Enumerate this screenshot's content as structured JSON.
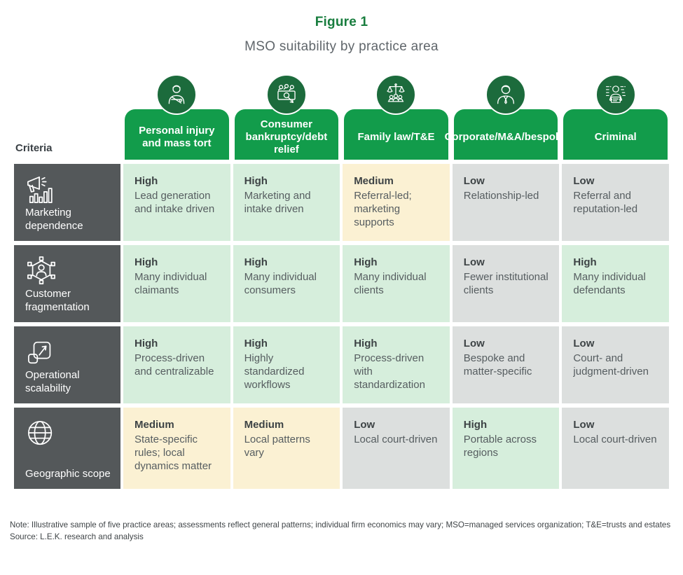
{
  "figure": {
    "label": "Figure 1",
    "title": "MSO suitability by practice area"
  },
  "criteria_header": "Criteria",
  "chart_data": {
    "type": "table",
    "title": "MSO suitability by practice area",
    "columns": [
      {
        "label": "Personal injury and mass tort",
        "icon": "injured-person-icon"
      },
      {
        "label": "Consumer bankruptcy/debt relief",
        "icon": "bankruptcy-money-icon"
      },
      {
        "label": "Family law/T&E",
        "icon": "family-scales-icon"
      },
      {
        "label": "Corporate/M&A/bespoke",
        "icon": "businessman-icon"
      },
      {
        "label": "Criminal",
        "icon": "mugshot-icon"
      }
    ],
    "rows": [
      {
        "criterion": "Marketing dependence",
        "icon": "megaphone-chart-icon",
        "cells": [
          {
            "rating": "High",
            "text": "Lead generation and intake driven"
          },
          {
            "rating": "High",
            "text": "Marketing and intake driven"
          },
          {
            "rating": "Medium",
            "text": "Referral-led; marketing supports"
          },
          {
            "rating": "Low",
            "text": "Relationship-led"
          },
          {
            "rating": "Low",
            "text": "Referral and reputation-led"
          }
        ]
      },
      {
        "criterion": "Customer fragmentation",
        "icon": "network-person-icon",
        "cells": [
          {
            "rating": "High",
            "text": "Many individual claimants"
          },
          {
            "rating": "High",
            "text": "Many individual consumers"
          },
          {
            "rating": "High",
            "text": "Many individual clients"
          },
          {
            "rating": "Low",
            "text": "Fewer institutional clients"
          },
          {
            "rating": "High",
            "text": "Many individual defendants"
          }
        ]
      },
      {
        "criterion": "Operational scalability",
        "icon": "expand-icon",
        "cells": [
          {
            "rating": "High",
            "text": "Process-driven and centralizable"
          },
          {
            "rating": "High",
            "text": "Highly standardized workflows"
          },
          {
            "rating": "High",
            "text": "Process-driven with standardization"
          },
          {
            "rating": "Low",
            "text": "Bespoke and matter-specific"
          },
          {
            "rating": "Low",
            "text": "Court- and judgment-driven"
          }
        ]
      },
      {
        "criterion": "Geographic scope",
        "icon": "globe-icon",
        "cells": [
          {
            "rating": "Medium",
            "text": "State-specific rules; local dynamics matter"
          },
          {
            "rating": "Medium",
            "text": "Local patterns vary"
          },
          {
            "rating": "Low",
            "text": "Local court-driven"
          },
          {
            "rating": "High",
            "text": "Portable across regions"
          },
          {
            "rating": "Low",
            "text": "Local court-driven"
          }
        ]
      }
    ]
  },
  "legend_colors": {
    "High": "#d6eedc",
    "Medium": "#fbf1d3",
    "Low": "#dcdfde"
  },
  "theme": {
    "header_green": "#129c4b",
    "icon_circle_green": "#1c6b3c",
    "title_green": "#187d3e",
    "row_header_gray": "#54585a"
  },
  "footnote": {
    "note": "Note: Illustrative sample of five practice areas; assessments reflect general patterns; individual firm economics may vary; MSO=managed services organization; T&E=trusts and estates",
    "source": "Source: L.E.K. research and analysis"
  }
}
